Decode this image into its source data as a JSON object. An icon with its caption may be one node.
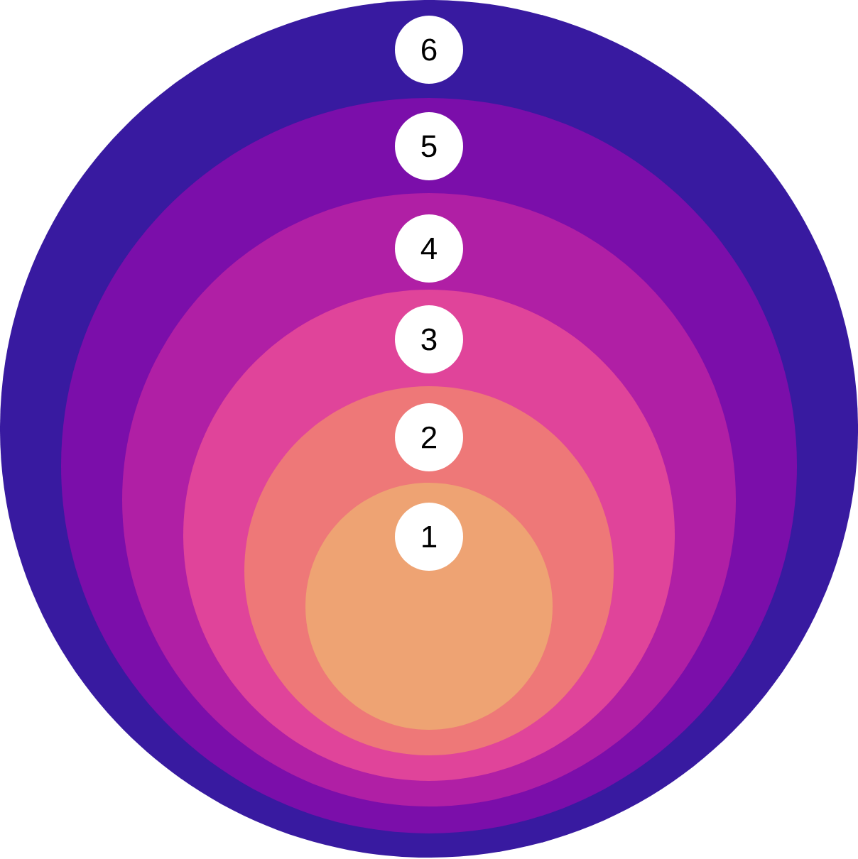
{
  "diagram": {
    "nodes": [
      {
        "text": [],
        "shape": "circle"
      },
      {
        "text": [
          "6"
        ],
        "in": 0
      },
      {
        "text": [],
        "shape": "circle",
        "in": 0
      },
      {
        "text": [
          "5"
        ],
        "in": 2
      },
      {
        "text": [],
        "shape": "circle",
        "in": 2
      },
      {
        "text": [
          "4"
        ],
        "in": 4
      },
      {
        "text": [],
        "shape": "circle",
        "in": 4
      },
      {
        "text": [
          "3"
        ],
        "in": 6
      },
      {
        "text": [],
        "shape": "circle",
        "in": 6
      },
      {
        "text": [
          "2"
        ],
        "in": 8
      },
      {
        "text": [],
        "shape": "circle",
        "in": 8
      },
      {
        "text": [
          "1"
        ],
        "in": 10
      }
    ]
  }
}
